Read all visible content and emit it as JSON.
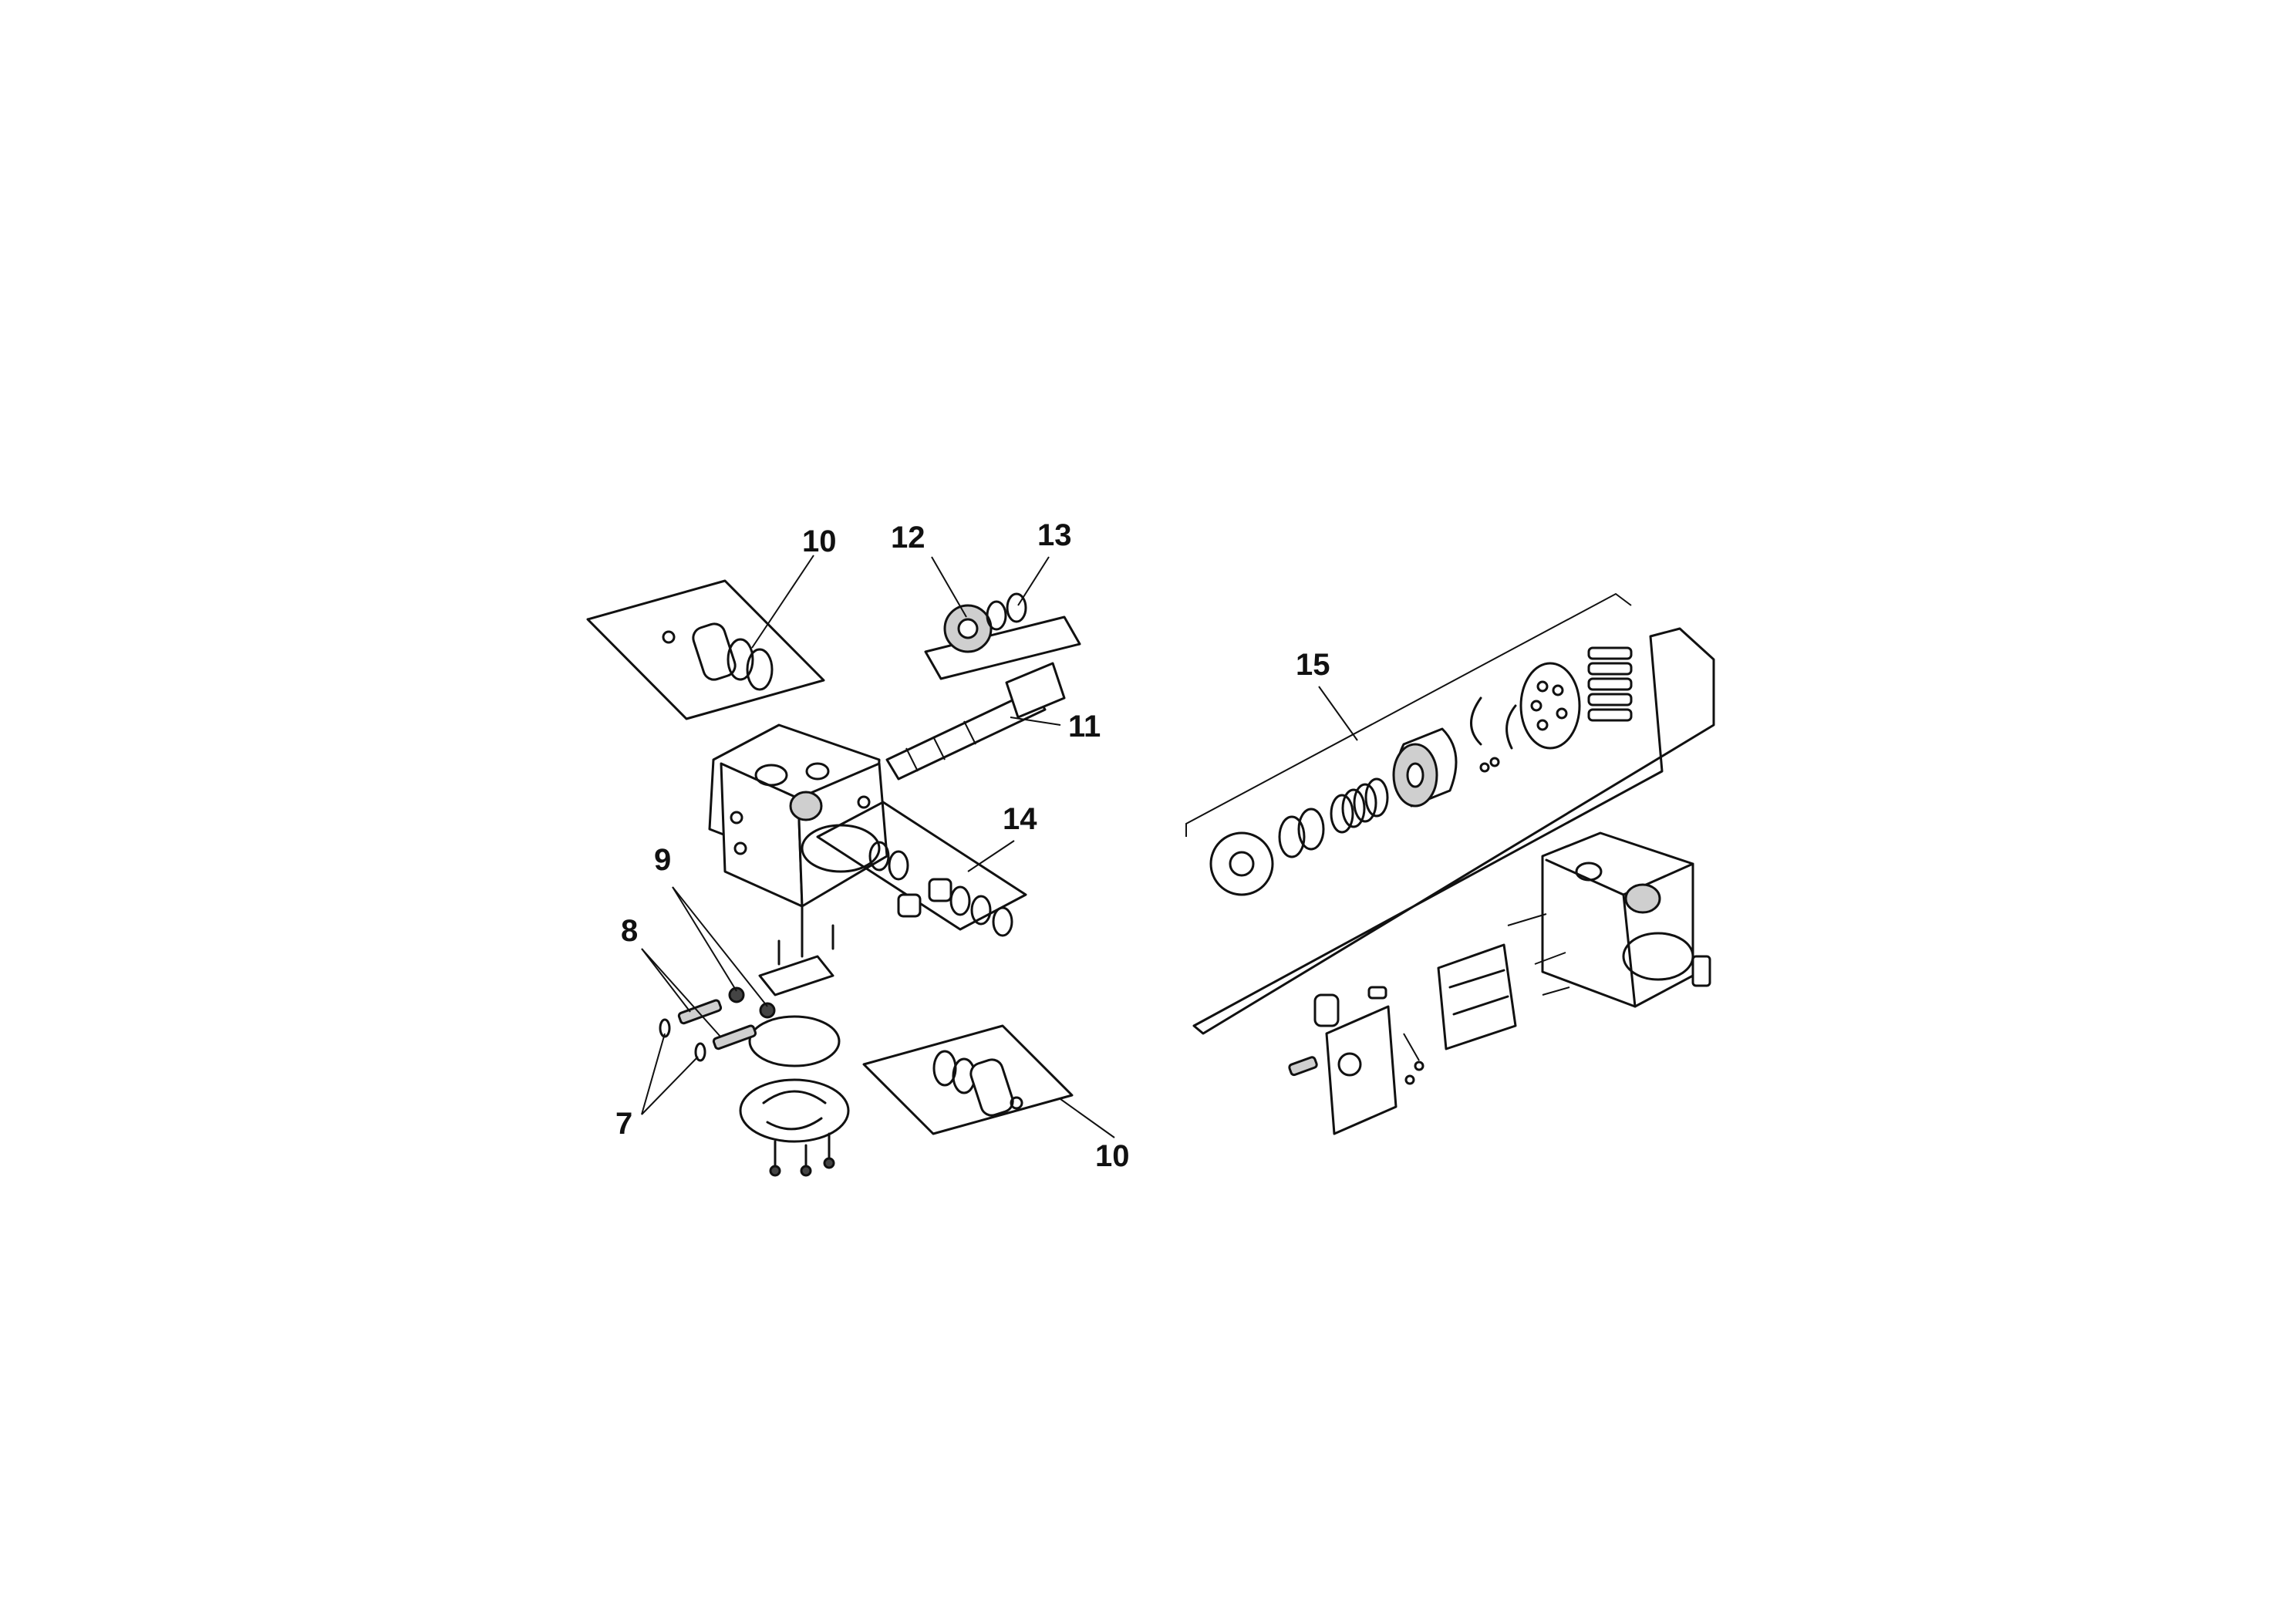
{
  "callouts": {
    "c10_top": "10",
    "c12": "12",
    "c13": "13",
    "c11": "11",
    "c14": "14",
    "c9": "9",
    "c8": "8",
    "c7": "7",
    "c10_bottom": "10",
    "c15": "15"
  },
  "colors": {
    "line": "#111111",
    "background": "#ffffff"
  }
}
